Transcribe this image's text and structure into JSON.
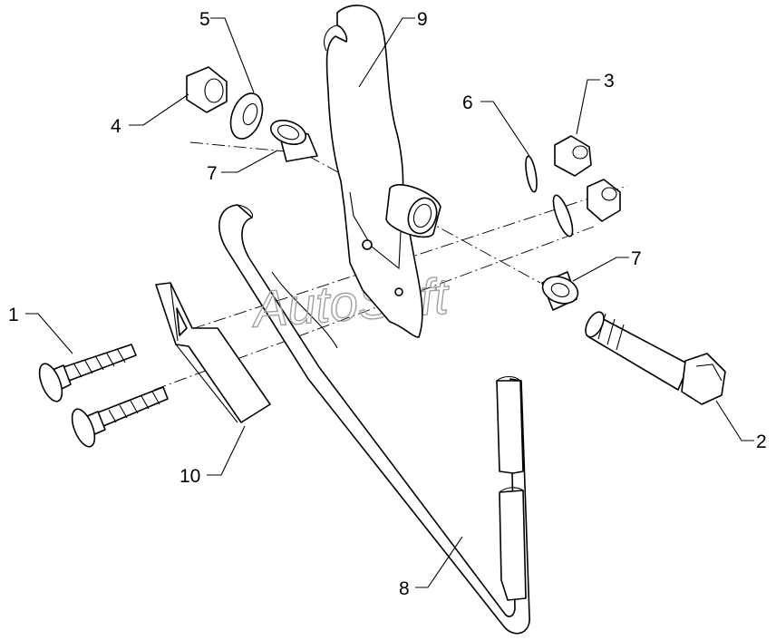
{
  "diagram": {
    "watermark": "AutoSoft",
    "callouts": [
      {
        "id": "c1",
        "label": "1"
      },
      {
        "id": "c2",
        "label": "2"
      },
      {
        "id": "c3",
        "label": "3"
      },
      {
        "id": "c4",
        "label": "4"
      },
      {
        "id": "c5",
        "label": "5"
      },
      {
        "id": "c6",
        "label": "6"
      },
      {
        "id": "c7a",
        "label": "7"
      },
      {
        "id": "c7b",
        "label": "7"
      },
      {
        "id": "c8",
        "label": "8"
      },
      {
        "id": "c9",
        "label": "9"
      },
      {
        "id": "c10",
        "label": "10"
      }
    ]
  }
}
